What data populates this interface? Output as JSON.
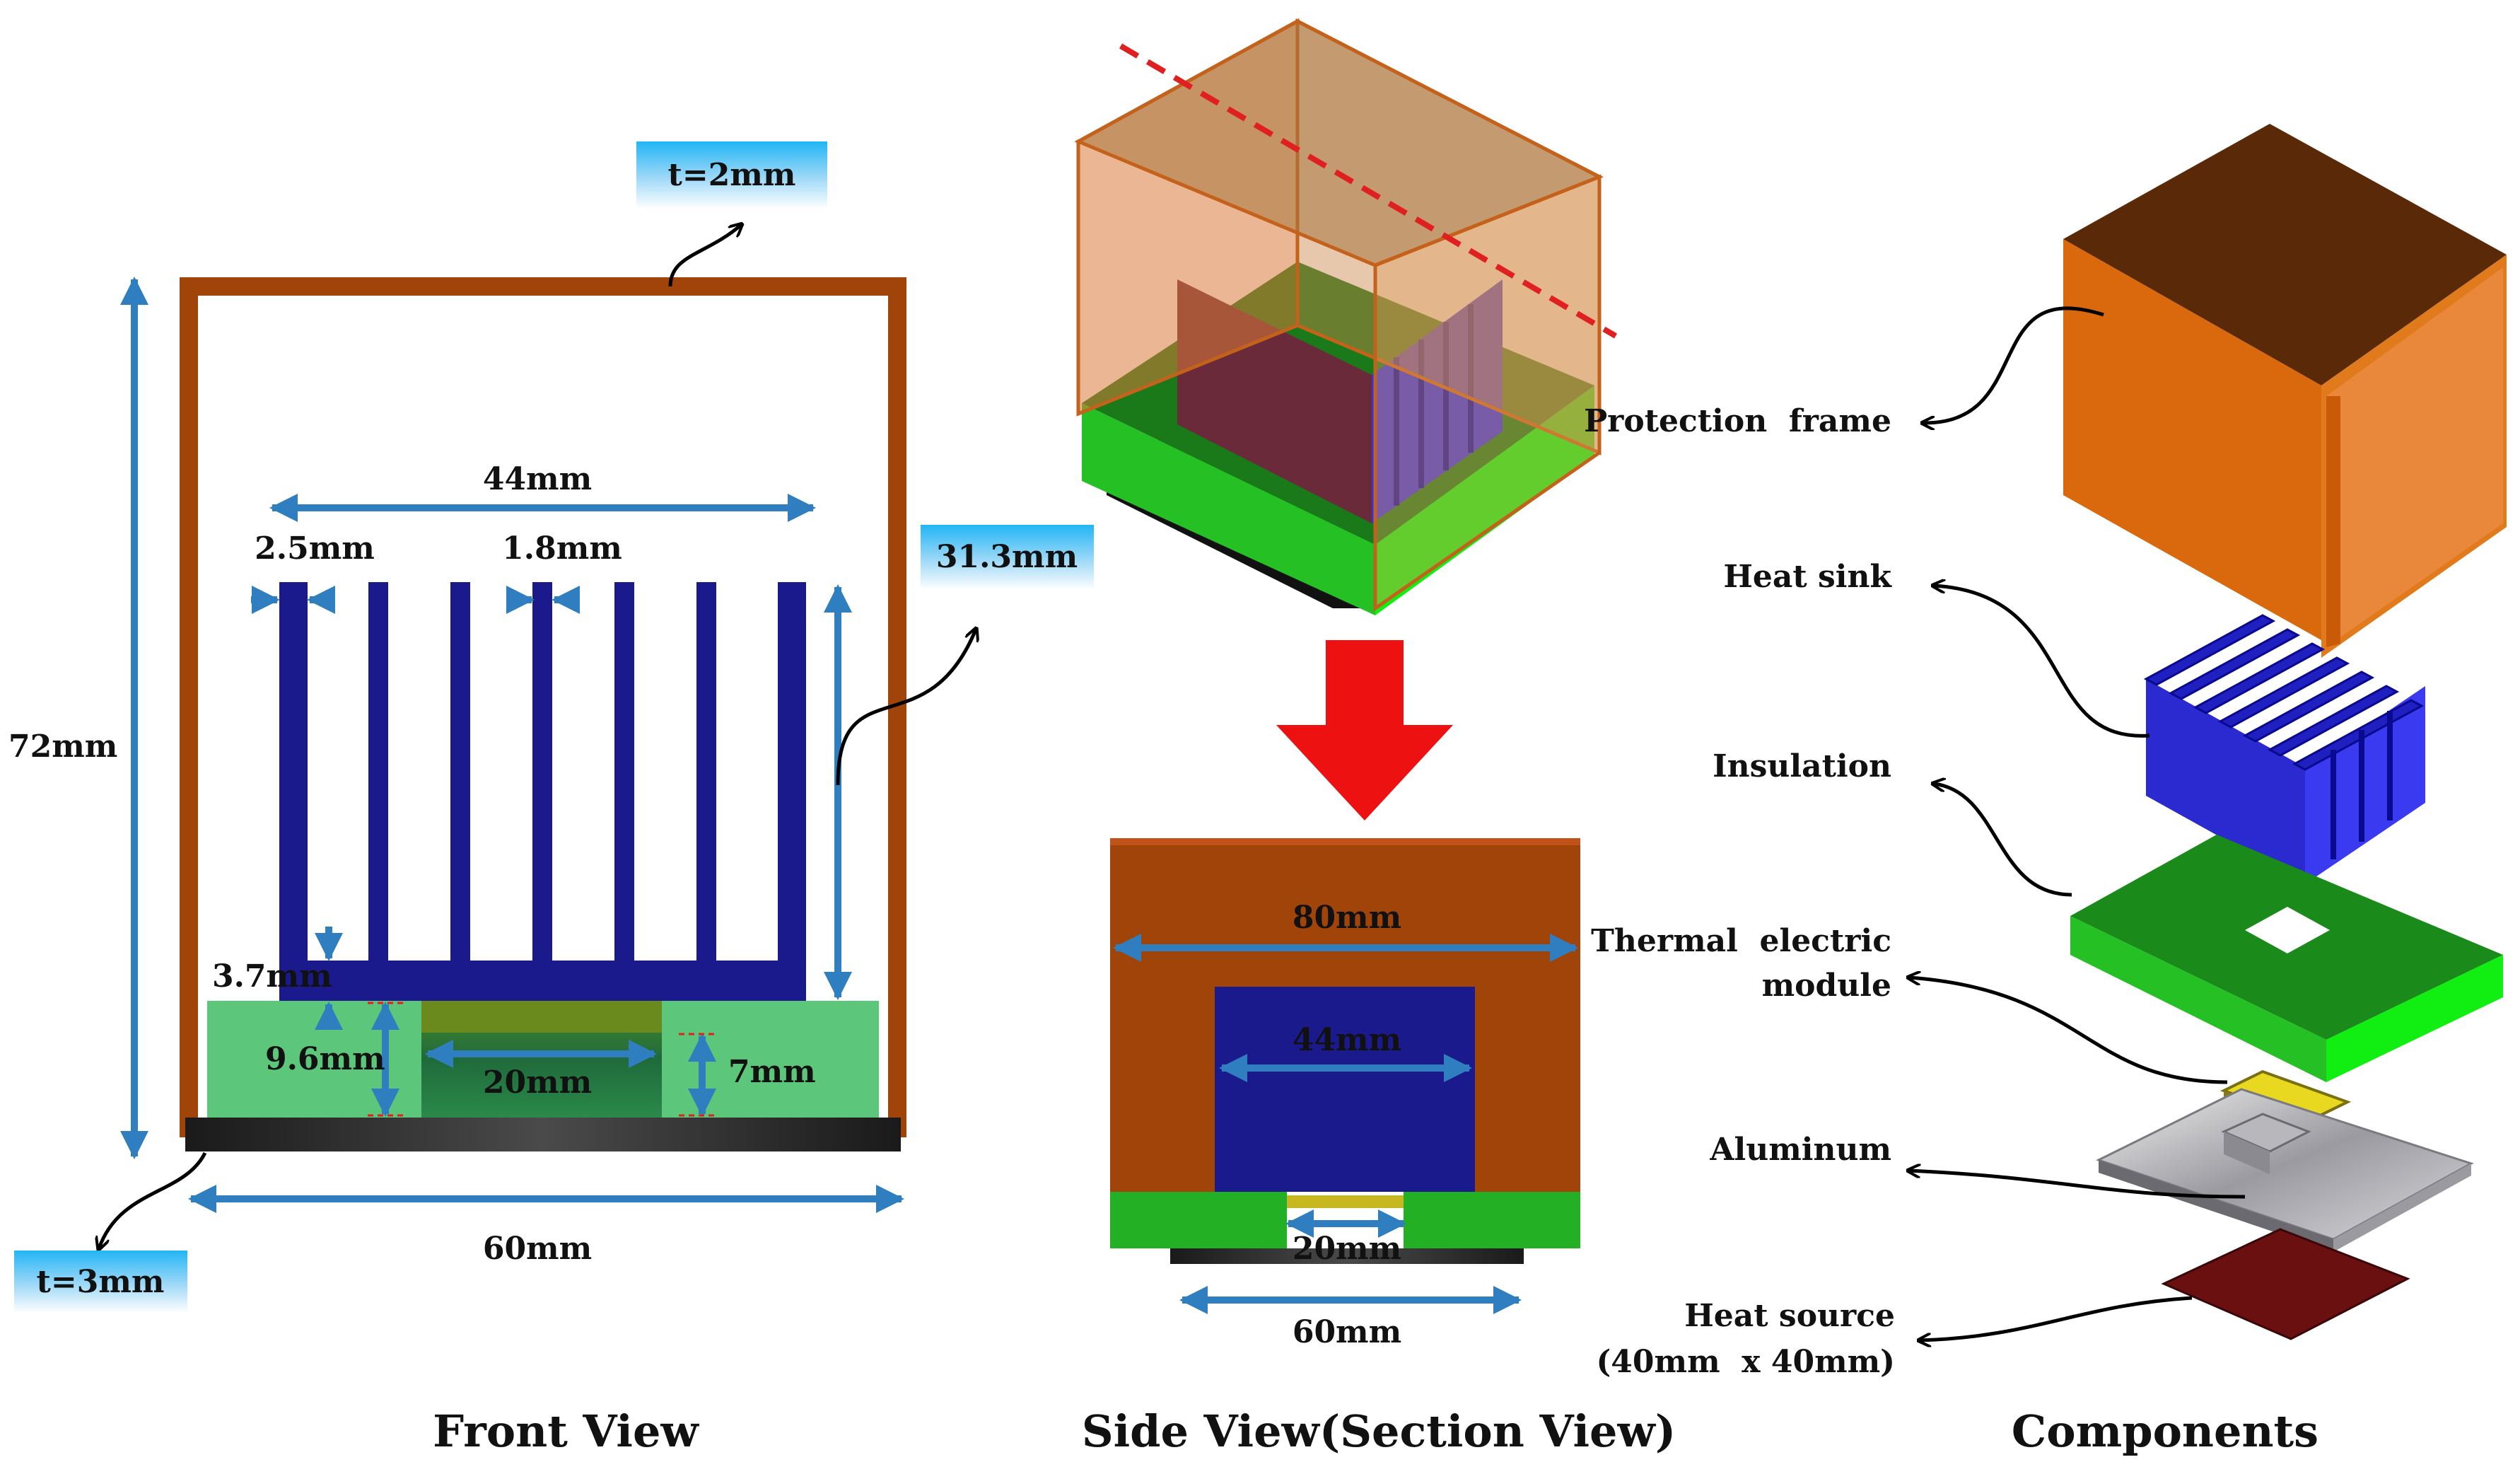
{
  "front_view": {
    "title": "Front View",
    "dims": {
      "height": "72mm",
      "width_bottom": "60mm",
      "fins_span": "44mm",
      "fin_width": "2.5mm",
      "fin_gap": "1.8mm",
      "fin_height": "31.3mm",
      "base_thickness": "3.7mm",
      "insulation_height": "9.6mm",
      "module_width": "20mm",
      "module_height": "7mm",
      "frame_thickness": "t=2mm",
      "plate_thickness": "t=3mm"
    }
  },
  "side_view": {
    "title": "Side View(Section View)",
    "dims": {
      "frame_width": "80mm",
      "sink_width": "44mm",
      "module_width": "20mm",
      "plate_width": "60mm"
    }
  },
  "components": {
    "title": "Components",
    "protection_frame": "Protection  frame",
    "heat_sink": "Heat sink",
    "insulation": "Insulation",
    "tem_line1": "Thermal  electric",
    "tem_line2": "module",
    "aluminum": "Aluminum",
    "heat_source_line1": "Heat source",
    "heat_source_line2": "(40mm  x 40mm)"
  },
  "colors": {
    "frame_brown": "#a0440a",
    "frame_orange": "#d9690c",
    "heat_sink_blue": "#1a1a8c",
    "insulation_green": "#5cc77a",
    "insulation_bright": "#22cc22",
    "dimension_blue": "#2f7fc0",
    "section_red": "#e02020"
  }
}
